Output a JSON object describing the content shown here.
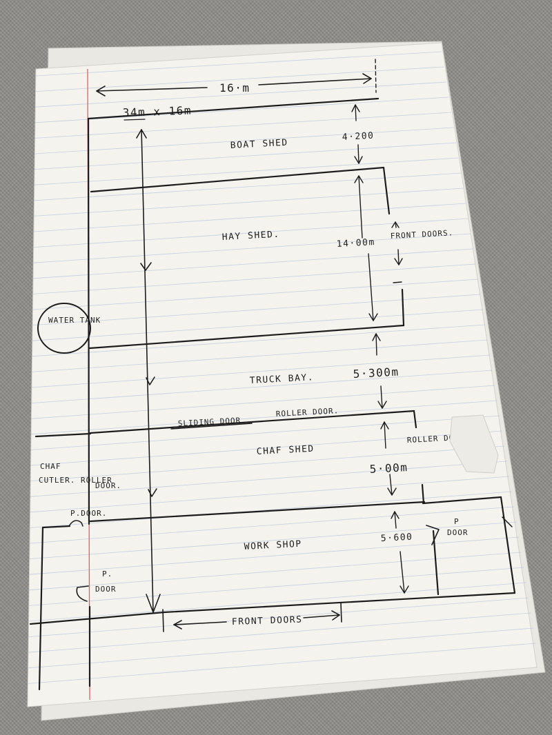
{
  "colors": {
    "background": "#8d8c88",
    "paper": "#f4f3ee",
    "ruled_line": "#9fb2d6",
    "margin_line": "#e06060",
    "ink": "#1c1c1c"
  },
  "plan": {
    "overall_width": "16·m",
    "overall_size": "34m x 16m",
    "water_tank": "WATER TANK",
    "boat_shed": {
      "label": "BOAT SHED",
      "dim": "4·200"
    },
    "hay_shed": {
      "label": "HAY SHED.",
      "dim": "14·00m",
      "front_doors": "FRONT DOORS."
    },
    "truck_bay": {
      "label": "TRUCK BAY.",
      "dim": "5·300m",
      "sliding_door": "SLIDING DOOR",
      "roller_door": "ROLLER DOOR."
    },
    "chaf_shed": {
      "label": "CHAF SHED",
      "dim": "5·00m",
      "roller_door_right": "ROLLER DOOR",
      "chaf_cutter_line1": "CHAF",
      "chaf_cutter_line2": "CUTLER. ROLLER",
      "chaf_cutter_line3": "DOOR."
    },
    "work_shop": {
      "label": "WORK SHOP",
      "dim": "5·600",
      "p_door_top": "P.DOOR.",
      "p_door_right_1": "P",
      "p_door_right_2": "DOOR",
      "p_door_left_1": "P.",
      "p_door_left_2": "DOOR",
      "front_doors": "FRONT DOORS"
    }
  }
}
